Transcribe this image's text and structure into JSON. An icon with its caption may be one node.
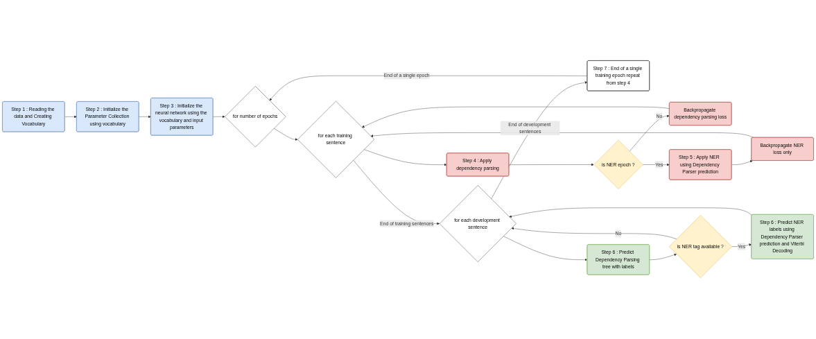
{
  "diagram": {
    "nodes": [
      {
        "text": [
          "Step 1 : Reading the data and Creating Vocabulary"
        ]
      },
      {
        "text": [
          "Step 2 : Initialize the Parameter Collection using vocabulary"
        ]
      },
      {
        "text": [
          "Step 3 : Initialize the neural network using the vocabulary and input parameters"
        ]
      },
      {
        "text": [
          "for number of epochs"
        ]
      },
      {
        "text": [
          "for each training sentence"
        ]
      },
      {
        "text": [
          "Step 7 : End of a single training epoch repeat from step 4"
        ]
      },
      {
        "text": [
          "for each development sentence"
        ]
      },
      {
        "text": [
          "Backpropagate NER loss only"
        ]
      },
      {
        "text": [
          "Backpropagate dependency parsing loss"
        ]
      },
      {
        "text": [
          "Step 6 : Predict NER labels using Dependency Parser prediction and Viterbi Decoding"
        ]
      },
      {
        "text": [
          "is NER tag available ?"
        ]
      },
      {
        "text": [
          "Step 6 : Predict Dependency Parsing tree with labels"
        ]
      },
      {
        "text": [
          "Step 5 : Apply NER  using Dependency Parser prediction"
        ]
      },
      {
        "text": [
          "is NER epoch ?"
        ]
      },
      {
        "text": [
          "Step 4 : Apply dependency parsing"
        ]
      }
    ],
    "edges": [
      {
        "from": 0,
        "to": 1,
        "arrow": "to"
      },
      {
        "from": 1,
        "to": 2,
        "arrow": "to"
      },
      {
        "from": 2,
        "to": 3,
        "arrow": "to"
      },
      {
        "from": 3,
        "to": 4,
        "arrow": "to"
      },
      {
        "from": 4,
        "to": 14,
        "arrow": "to"
      },
      {
        "from": 14,
        "to": 13,
        "arrow": "to"
      },
      {
        "from": 13,
        "to": 12,
        "label": "Yes",
        "arrow": "to"
      },
      {
        "from": 13,
        "to": 8,
        "label": "No",
        "arrow": "to"
      },
      {
        "from": 12,
        "to": 7,
        "arrow": "to"
      },
      {
        "from": 7,
        "to": 4,
        "arrow": "to"
      },
      {
        "from": 8,
        "to": 4,
        "arrow": "to"
      },
      {
        "from": 4,
        "to": 6,
        "label": "End of training sentences",
        "arrow": "to"
      },
      {
        "from": 6,
        "to": 5,
        "label": "End of development sentences",
        "arrow": "to"
      },
      {
        "from": 5,
        "to": 3,
        "label": "End of a single epoch",
        "arrow": "to"
      },
      {
        "from": 6,
        "to": 11,
        "arrow": "to"
      },
      {
        "from": 11,
        "to": 10,
        "arrow": "to"
      },
      {
        "from": 10,
        "to": 9,
        "label": "Yes",
        "arrow": "to"
      },
      {
        "from": 10,
        "to": 6,
        "label": "No",
        "arrow": "to"
      },
      {
        "from": 9,
        "to": 6,
        "arrow": "to"
      }
    ]
  }
}
